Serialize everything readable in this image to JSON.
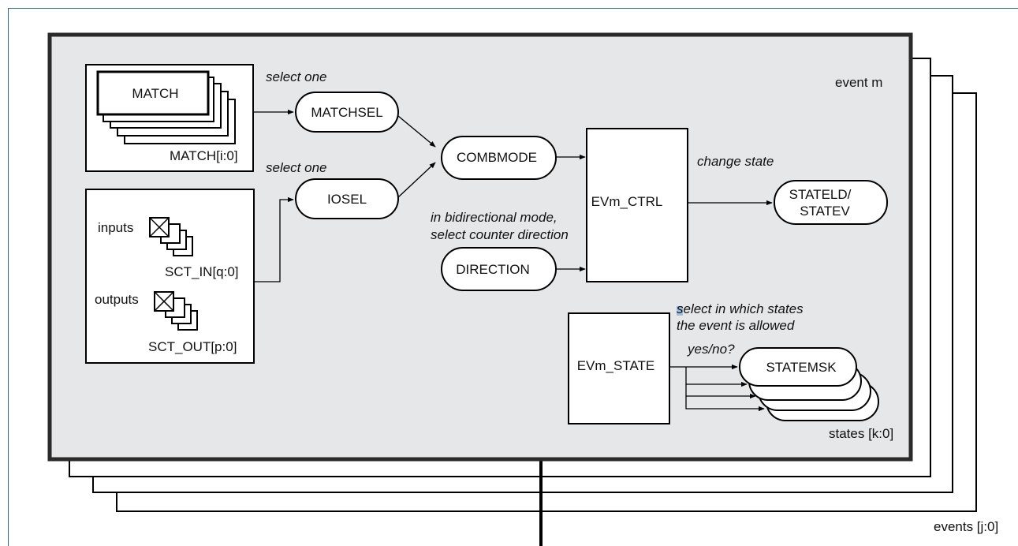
{
  "labels": {
    "event_m": "event m",
    "events": "events [j:0]",
    "match": "MATCH",
    "match_range": "MATCH[i:0]",
    "select_one_1": "select one",
    "select_one_2": "select one",
    "matchsel": "MATCHSEL",
    "iosel": "IOSEL",
    "combmode": "COMBMODE",
    "direction": "DIRECTION",
    "evm_ctrl": "EVm_CTRL",
    "change_state": "change state",
    "stateld_line1": "STATELD/",
    "stateld_line2": "STATEV",
    "inputs": "inputs",
    "sct_in": "SCT_IN[q:0]",
    "outputs": "outputs",
    "sct_out": "SCT_OUT[p:0]",
    "bidir_line1": "in bidirectional mode,",
    "bidir_line2": "select counter direction",
    "select_states_line1": "select in which states",
    "select_states_line2": "the event is allowed",
    "yes_no": "yes/no?",
    "evm_state": "EVm_STATE",
    "statemsk": "STATEMSK",
    "states": "states [k:0]"
  },
  "colors": {
    "panel_fill": "#e6e7e8",
    "line": "#000000",
    "frame_border": "#2e6b75"
  }
}
